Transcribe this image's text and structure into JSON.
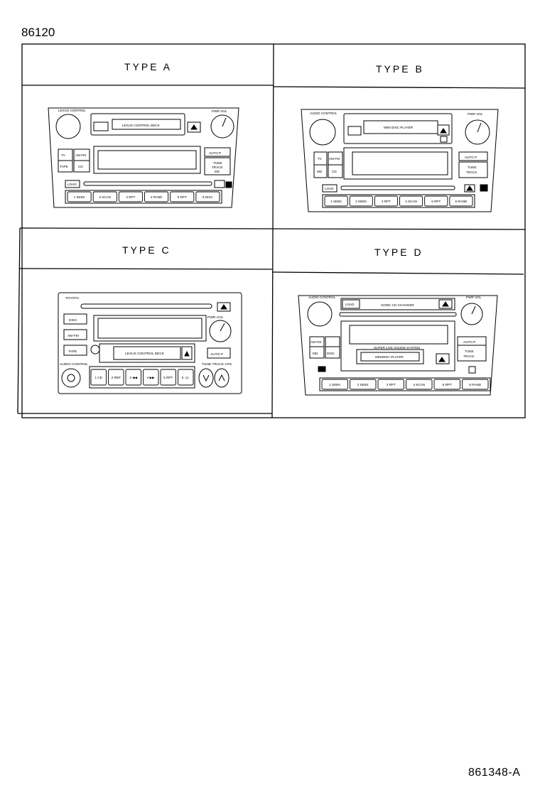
{
  "diagram": {
    "part_number": "86120",
    "reference_number": "861348-A",
    "types": [
      {
        "id": "A",
        "label": "TYPE  A",
        "text": {
          "left_knob": "LEXUS CONTROL",
          "right_knob": "PWR·VOL",
          "deck": "LEXUS CONTROL DECK",
          "tv": "TV",
          "tape": "TAPE",
          "amfm": "AM·FM",
          "cd": "CD",
          "autop": "AUTO·P",
          "tune": "TUNE",
          "track": "TRACK",
          "ms": "MS",
          "load": "LOAD",
          "presets": [
            "1 SEEK",
            "2 SCAN",
            "3 RPT",
            "4 RAND",
            "5 RPT",
            "6 DISC"
          ]
        }
      },
      {
        "id": "B",
        "label": "TYPE  B",
        "text": {
          "left_knob": "AUDIO CONTROL",
          "right_knob": "PWR·VOL",
          "deck": "MINI DISC PLAYER",
          "tv": "TV",
          "md": "MD",
          "amfm": "AM·FM",
          "cd": "CD",
          "autop": "AUTO·P",
          "tune": "TUNE",
          "track": "TRACK",
          "load": "LOAD",
          "presets": [
            "1 SEEK",
            "2 SEEK",
            "3 RPT",
            "4 SCAN",
            "5 RPT",
            "6 RAND"
          ]
        }
      },
      {
        "id": "C",
        "label": "TYPE  C",
        "text": {
          "brand": "TOYOTA",
          "disc": "DISC",
          "amfm": "AM·FM",
          "tape": "TAPE",
          "pwrvol": "PWR·VOL",
          "autop": "AUTO·P",
          "deck": "LEXUS CONTROL DECK",
          "audio_control": "AUDIO CONTROL",
          "tune_label": "TUNE·TRACK·APS",
          "presets": [
            "1 CD",
            "2 REP",
            "3 ◀◀",
            "4 ▶▶",
            "5 RPT",
            "6 ◁▷"
          ]
        }
      },
      {
        "id": "D",
        "label": "TYPE  D",
        "text": {
          "left_knob": "AUDIO CONTROL",
          "right_knob": "PWR·VOL",
          "load": "LOAD",
          "disc_bar": "SONIC CD CHANGER",
          "amfm": "AM·FM",
          "md": "MD",
          "disc": "DISC",
          "autop": "AUTO·P",
          "tune": "TUNE",
          "track": "TRACK",
          "md_player": "MINIDISC PLAYER",
          "md_label": "SUPER LIVE SOUND SYSTEM",
          "presets": [
            "1 SEEK",
            "2 SEEK",
            "3 RPT",
            "4 SCAN",
            "5 RPT",
            "6 RAND"
          ]
        }
      }
    ]
  }
}
